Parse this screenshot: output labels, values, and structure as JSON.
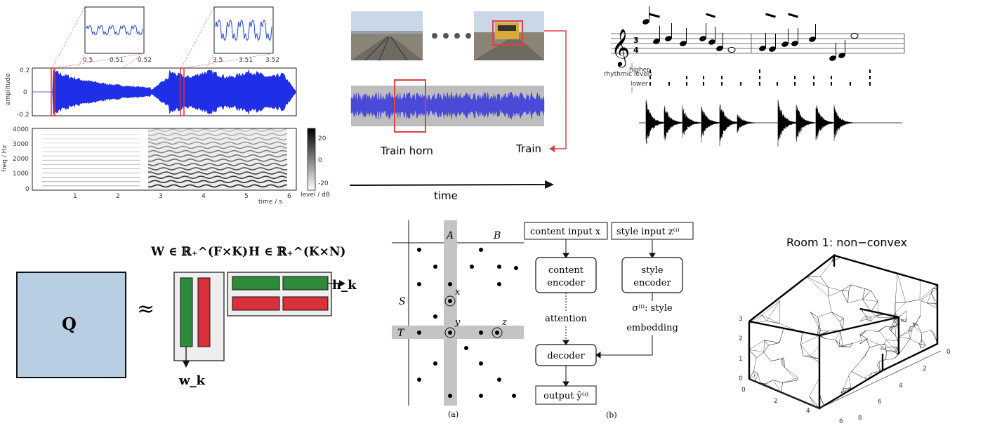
{
  "spectrogram_panel": {
    "zoom1_ticks": [
      "0.5",
      "0.51",
      "0.52"
    ],
    "zoom2_ticks": [
      "3.5",
      "3.51",
      "3.52"
    ],
    "wave_ylabel": "amplitude",
    "wave_yticks": [
      "0.2",
      "0",
      "-0.2"
    ],
    "spec_ylabel": "freq / Hz",
    "spec_yticks": [
      "4000",
      "3000",
      "2000",
      "1000",
      "0"
    ],
    "spec_xticks": [
      "1",
      "2",
      "3",
      "4",
      "5",
      "6"
    ],
    "spec_xlabel": "time / s",
    "colorbar_ticks": [
      "20",
      "0",
      "-20"
    ],
    "colorbar_label": "level / dB",
    "colors": {
      "waveform": "#1f2fe8",
      "highlight": "#e03030"
    }
  },
  "train_panel": {
    "label_horn": "Train horn",
    "label_train": "Train",
    "label_time": "time",
    "colors": {
      "waveform": "#4a4ad8",
      "box": "#e04040",
      "band": "#bdbdbd"
    }
  },
  "music_panel": {
    "time_sig_top": "3",
    "time_sig_bottom": "4",
    "label_higher": "higher",
    "label_levels": "rhythmic levels",
    "label_lower": "lower"
  },
  "nmf_panel": {
    "q_label": "Q",
    "approx": "≈",
    "w_formula": "W ∈ ℝ₊^(F×K)",
    "h_formula": "H ∈ ℝ₊^(K×N)",
    "w_vec": "w_k",
    "h_vec": "h_k",
    "colors": {
      "q_fill": "#b8cfe3",
      "green": "#2e8b3a",
      "red": "#d9303c"
    }
  },
  "grid_panel": {
    "col_a": "A",
    "col_b": "B",
    "row_s": "S",
    "row_t": "T",
    "pt_x": "x",
    "pt_y": "y",
    "pt_z": "z",
    "caption_a": "(a)"
  },
  "flow_panel": {
    "content_input": "content input x",
    "style_input": "style input z⁽ⁱ⁾",
    "content_encoder_1": "content",
    "content_encoder_2": "encoder",
    "style_encoder_1": "style",
    "style_encoder_2": "encoder",
    "attention": "attention",
    "style_emb_1": "σ⁽ⁱ⁾: style",
    "style_emb_2": "embedding",
    "decoder": "decoder",
    "output": "output ŷ⁽ⁱ⁾",
    "caption_b": "(b)"
  },
  "room_panel": {
    "title": "Room 1: non−convex",
    "z_ticks": [
      "3",
      "2",
      "1",
      "0"
    ],
    "x_ticks": [
      "0",
      "2",
      "4",
      "6"
    ],
    "y_ticks": [
      "0",
      "2",
      "4",
      "6",
      "8"
    ]
  }
}
